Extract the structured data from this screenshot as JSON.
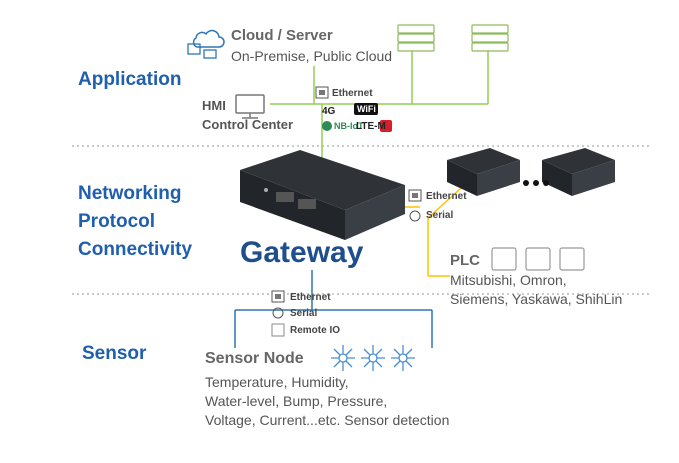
{
  "layers": {
    "application": "Application",
    "networking": [
      "Networking",
      "Protocol",
      "Connectivity"
    ],
    "sensor": "Sensor"
  },
  "cloud": {
    "title": "Cloud / Server",
    "subtitle": "On-Premise, Public Cloud"
  },
  "hmi": {
    "line1": "HMI",
    "line2": "Control Center"
  },
  "wireless_labels": {
    "ethernet": "Ethernet",
    "g4": "4G",
    "wifi": "WiFi",
    "nbiot": "NB-IoT",
    "ltem": "LTE-M"
  },
  "gateway": {
    "label": "Gateway"
  },
  "plc_interfaces": {
    "ethernet": "Ethernet",
    "serial": "Serial"
  },
  "plc": {
    "title": "PLC",
    "line1": "Mitsubishi, Omron,",
    "line2": "Siemens, Yaskawa, ShihLin"
  },
  "sensor_interfaces": {
    "ethernet": "Ethernet",
    "serial": "Serial",
    "remote_io": "Remote IO"
  },
  "sensor_node": {
    "title": "Sensor Node",
    "line1": "Temperature, Humidity,",
    "line2": "Water-level, Bump, Pressure,",
    "line3": "Voltage, Current...etc. Sensor detection"
  },
  "colors": {
    "layer_text": "#1f5fad",
    "gateway_text": "#1f4e8c",
    "line_green": "#92d050",
    "line_blue": "#2e75b6",
    "line_yellow": "#ffc000"
  }
}
